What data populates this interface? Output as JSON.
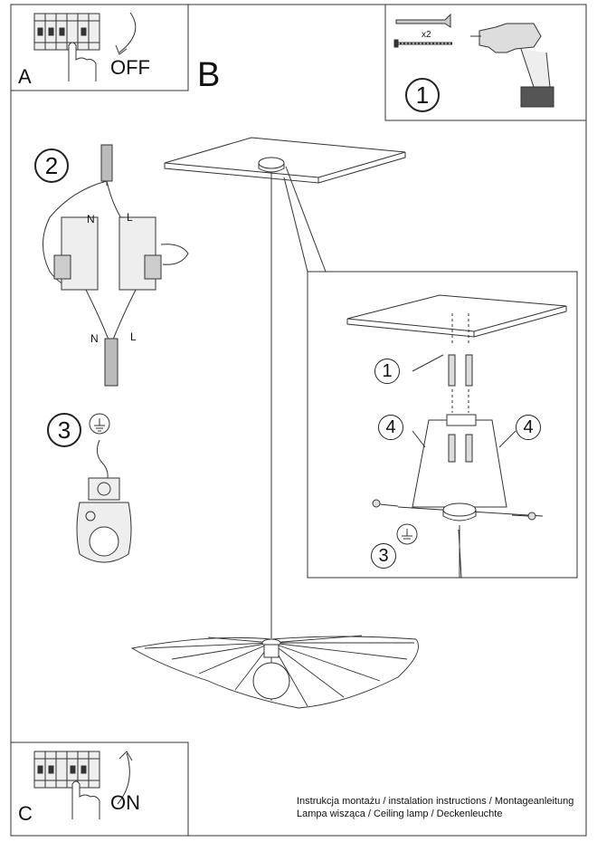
{
  "panel_a": {
    "letter": "A",
    "state": "OFF"
  },
  "panel_b": {
    "letter": "B"
  },
  "panel_c": {
    "letter": "C",
    "state": "ON"
  },
  "tools": {
    "step": "1",
    "qty": "x2"
  },
  "wiring": {
    "step": "2",
    "n_label": "N",
    "l_label": "L",
    "n_label_2": "N",
    "l_label_2": "L"
  },
  "ground": {
    "step": "3"
  },
  "detail": {
    "label_1": "1",
    "label_4a": "4",
    "label_4b": "4",
    "label_3": "3"
  },
  "footer": {
    "line1": "Instrukcja montażu / instalation instructions / Montageanleitung",
    "line2": "Lampa wisząca / Ceiling lamp / Deckenleuchte"
  }
}
